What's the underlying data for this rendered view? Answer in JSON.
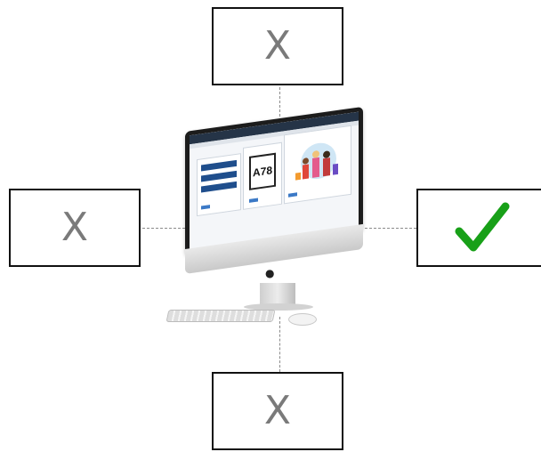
{
  "boxes": {
    "top": {
      "symbol": "X"
    },
    "left": {
      "symbol": "X"
    },
    "right": {
      "symbol": "✓",
      "color": "#18a018"
    },
    "bottom": {
      "symbol": "X"
    }
  },
  "colors": {
    "box_border": "#111111",
    "x_mark": "#7a7a7a",
    "check_mark": "#18a018",
    "connector": "#8a8a8a"
  },
  "computer": {
    "icon": "imac-desktop-icon",
    "screen_ticket_text": "A78"
  }
}
